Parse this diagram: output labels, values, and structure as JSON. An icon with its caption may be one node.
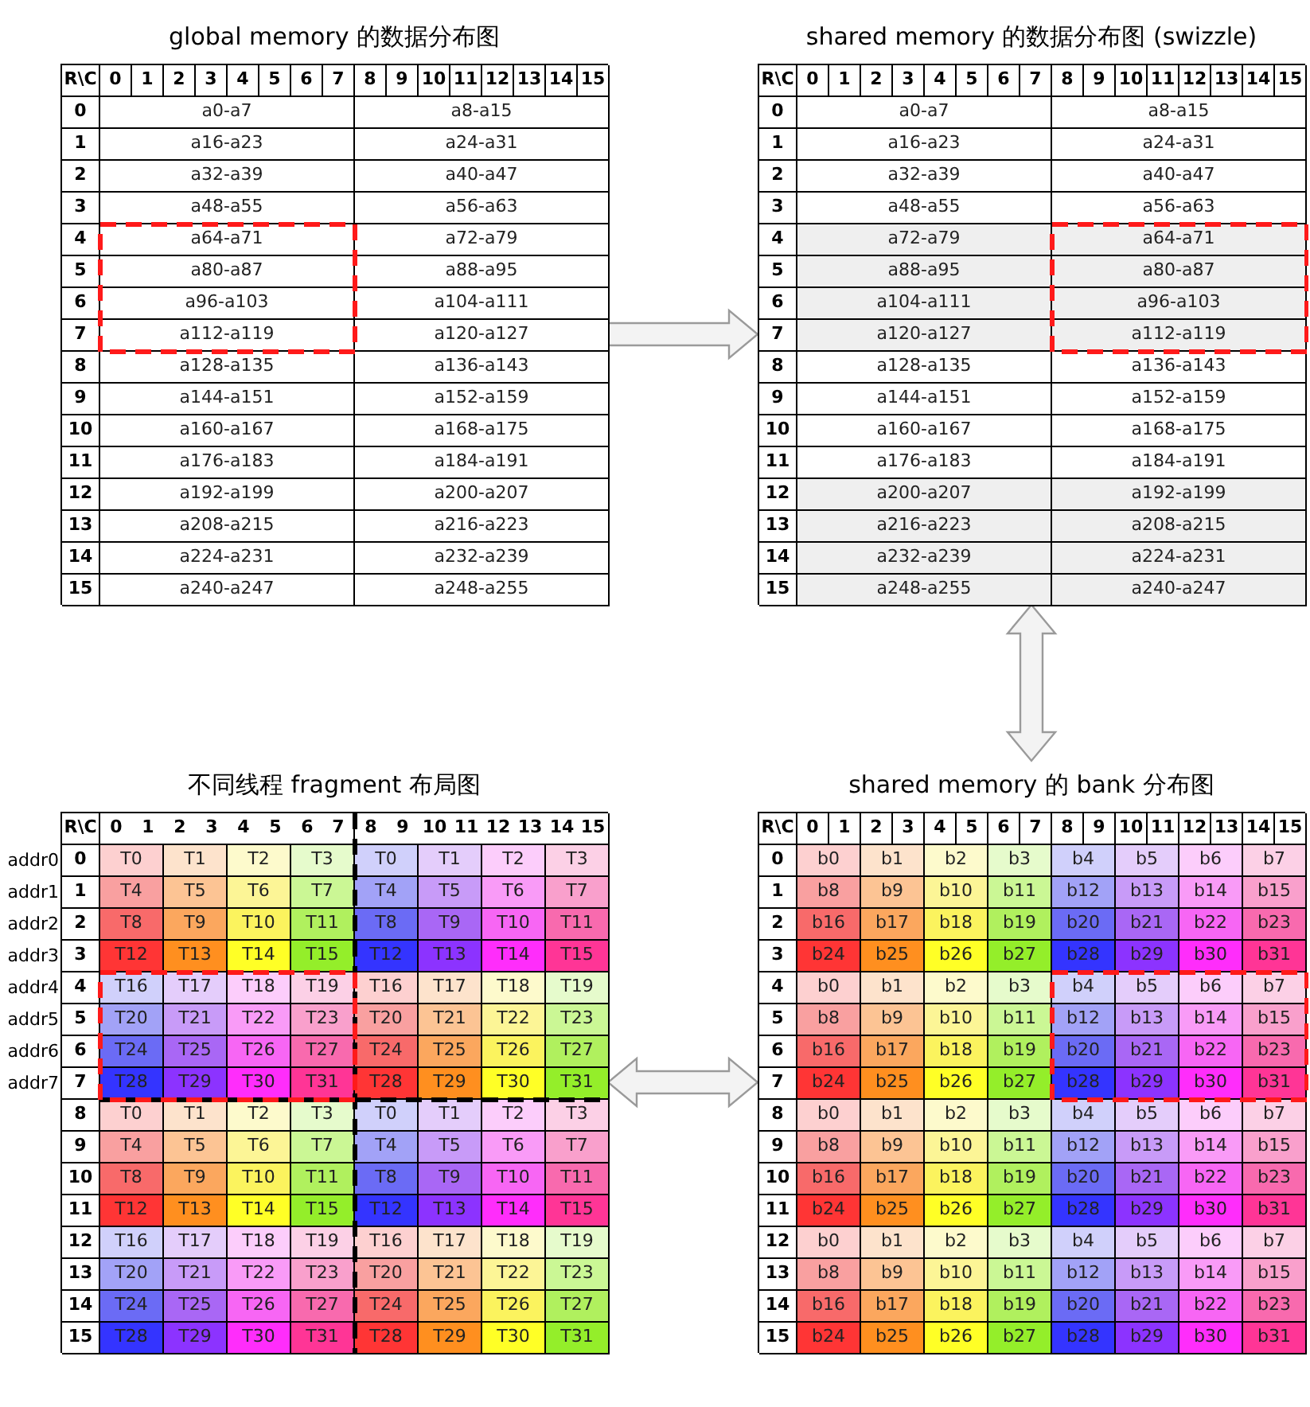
{
  "diagram": {
    "nodes": [
      {
        "text": [
          "global memory 的数据分布图"
        ]
      },
      {
        "text": [
          "shared memory 的数据分布图 (swizzle)"
        ]
      },
      {
        "text": [
          "不同线程 fragment 布局图"
        ]
      },
      {
        "text": [
          "shared memory 的 bank 分布图"
        ]
      }
    ],
    "edges": [
      {
        "from": 0,
        "to": 1,
        "arrow": "to"
      },
      {
        "from": 1,
        "to": 3,
        "arrow": "both"
      },
      {
        "from": 2,
        "to": 3,
        "arrow": "both"
      }
    ],
    "labels": [
      "R\\C",
      "0",
      "1",
      "2",
      "3",
      "4",
      "5",
      "6",
      "7",
      "8",
      "9",
      "10",
      "11",
      "12",
      "13",
      "14",
      "15",
      "0",
      "a0-a7",
      "a8-a15",
      "1",
      "a16-a23",
      "a24-a31",
      "2",
      "a32-a39",
      "a40-a47",
      "3",
      "a48-a55",
      "a56-a63",
      "4",
      "a64-a71",
      "a72-a79",
      "5",
      "a80-a87",
      "a88-a95",
      "6",
      "a96-a103",
      "a104-a111",
      "7",
      "a112-a119",
      "a120-a127",
      "8",
      "a128-a135",
      "a136-a143",
      "9",
      "a144-a151",
      "a152-a159",
      "10",
      "a160-a167",
      "a168-a175",
      "11",
      "a176-a183",
      "a184-a191",
      "12",
      "a192-a199",
      "a200-a207",
      "13",
      "a208-a215",
      "a216-a223",
      "14",
      "a224-a231",
      "a232-a239",
      "15",
      "a240-a247",
      "a248-a255",
      "R\\C",
      "0",
      "1",
      "2",
      "3",
      "4",
      "5",
      "6",
      "7",
      "8",
      "9",
      "10",
      "11",
      "12",
      "13",
      "14",
      "15",
      "0",
      "a0-a7",
      "a8-a15",
      "1",
      "a16-a23",
      "a24-a31",
      "2",
      "a32-a39",
      "a40-a47",
      "3",
      "a48-a55",
      "a56-a63",
      "4",
      "a72-a79",
      "a64-a71",
      "5",
      "a88-a95",
      "a80-a87",
      "6",
      "a104-a111",
      "a96-a103",
      "7",
      "a120-a127",
      "a112-a119",
      "8",
      "a128-a135",
      "a136-a143",
      "9",
      "a144-a151",
      "a152-a159",
      "10",
      "a160-a167",
      "a168-a175",
      "11",
      "a176-a183",
      "a184-a191",
      "12",
      "a200-a207",
      "a192-a199",
      "13",
      "a216-a223",
      "a208-a215",
      "14",
      "a232-a239",
      "a224-a231",
      "15",
      "a248-a255",
      "a240-a247",
      "R\\C",
      "0",
      "1",
      "2",
      "3",
      "4",
      "5",
      "6",
      "7",
      "8",
      "9",
      "10",
      "11",
      "12",
      "13",
      "14",
      "15",
      "addr0",
      "0",
      "T0",
      "T1",
      "T2",
      "T3",
      "T0",
      "T1",
      "T2",
      "T3",
      "addr1",
      "1",
      "T4",
      "T5",
      "T6",
      "T7",
      "T4",
      "T5",
      "T6",
      "T7",
      "addr2",
      "2",
      "T8",
      "T9",
      "T10",
      "T11",
      "T8",
      "T9",
      "T10",
      "T11",
      "addr3",
      "3",
      "T12",
      "T13",
      "T14",
      "T15",
      "T12",
      "T13",
      "T14",
      "T15",
      "addr4",
      "4",
      "T16",
      "T17",
      "T18",
      "T19",
      "T16",
      "T17",
      "T18",
      "T19",
      "addr5",
      "5",
      "T20",
      "T21",
      "T22",
      "T23",
      "T20",
      "T21",
      "T22",
      "T23",
      "addr6",
      "6",
      "T24",
      "T25",
      "T26",
      "T27",
      "T24",
      "T25",
      "T26",
      "T27",
      "addr7",
      "7",
      "T28",
      "T29",
      "T30",
      "T31",
      "T28",
      "T29",
      "T30",
      "T31",
      "8",
      "T0",
      "T1",
      "T2",
      "T3",
      "T0",
      "T1",
      "T2",
      "T3",
      "9",
      "T4",
      "T5",
      "T6",
      "T7",
      "T4",
      "T5",
      "T6",
      "T7",
      "10",
      "T8",
      "T9",
      "T10",
      "T11",
      "T8",
      "T9",
      "T10",
      "T11",
      "11",
      "T12",
      "T13",
      "T14",
      "T15",
      "T12",
      "T13",
      "T14",
      "T15",
      "12",
      "T16",
      "T17",
      "T18",
      "T19",
      "T16",
      "T17",
      "T18",
      "T19",
      "13",
      "T20",
      "T21",
      "T22",
      "T23",
      "T20",
      "T21",
      "T22",
      "T23",
      "14",
      "T24",
      "T25",
      "T26",
      "T27",
      "T24",
      "T25",
      "T26",
      "T27",
      "15",
      "T28",
      "T29",
      "T30",
      "T31",
      "T28",
      "T29",
      "T30",
      "T31",
      "R\\C",
      "0",
      "1",
      "2",
      "3",
      "4",
      "5",
      "6",
      "7",
      "8",
      "9",
      "10",
      "11",
      "12",
      "13",
      "14",
      "15",
      "0",
      "b0",
      "b1",
      "b2",
      "b3",
      "b4",
      "b5",
      "b6",
      "b7",
      "1",
      "b8",
      "b9",
      "b10",
      "b11",
      "b12",
      "b13",
      "b14",
      "b15",
      "2",
      "b16",
      "b17",
      "b18",
      "b19",
      "b20",
      "b21",
      "b22",
      "b23",
      "3",
      "b24",
      "b25",
      "b26",
      "b27",
      "b28",
      "b29",
      "b30",
      "b31",
      "4",
      "b0",
      "b1",
      "b2",
      "b3",
      "b4",
      "b5",
      "b6",
      "b7",
      "5",
      "b8",
      "b9",
      "b10",
      "b11",
      "b12",
      "b13",
      "b14",
      "b15",
      "6",
      "b16",
      "b17",
      "b18",
      "b19",
      "b20",
      "b21",
      "b22",
      "b23",
      "7",
      "b24",
      "b25",
      "b26",
      "b27",
      "b28",
      "b29",
      "b30",
      "b31",
      "8",
      "b0",
      "b1",
      "b2",
      "b3",
      "b4",
      "b5",
      "b6",
      "b7",
      "9",
      "b8",
      "b9",
      "b10",
      "b11",
      "b12",
      "b13",
      "b14",
      "b15",
      "10",
      "b16",
      "b17",
      "b18",
      "b19",
      "b20",
      "b21",
      "b22",
      "b23",
      "11",
      "b24",
      "b25",
      "b26",
      "b27",
      "b28",
      "b29",
      "b30",
      "b31",
      "12",
      "b0",
      "b1",
      "b2",
      "b3",
      "b4",
      "b5",
      "b6",
      "b7",
      "13",
      "b8",
      "b9",
      "b10",
      "b11",
      "b12",
      "b13",
      "b14",
      "b15",
      "14",
      "b16",
      "b17",
      "b18",
      "b19",
      "b20",
      "b21",
      "b22",
      "b23",
      "15",
      "b24",
      "b25",
      "b26",
      "b27",
      "b28",
      "b29",
      "b30",
      "b31"
    ]
  }
}
